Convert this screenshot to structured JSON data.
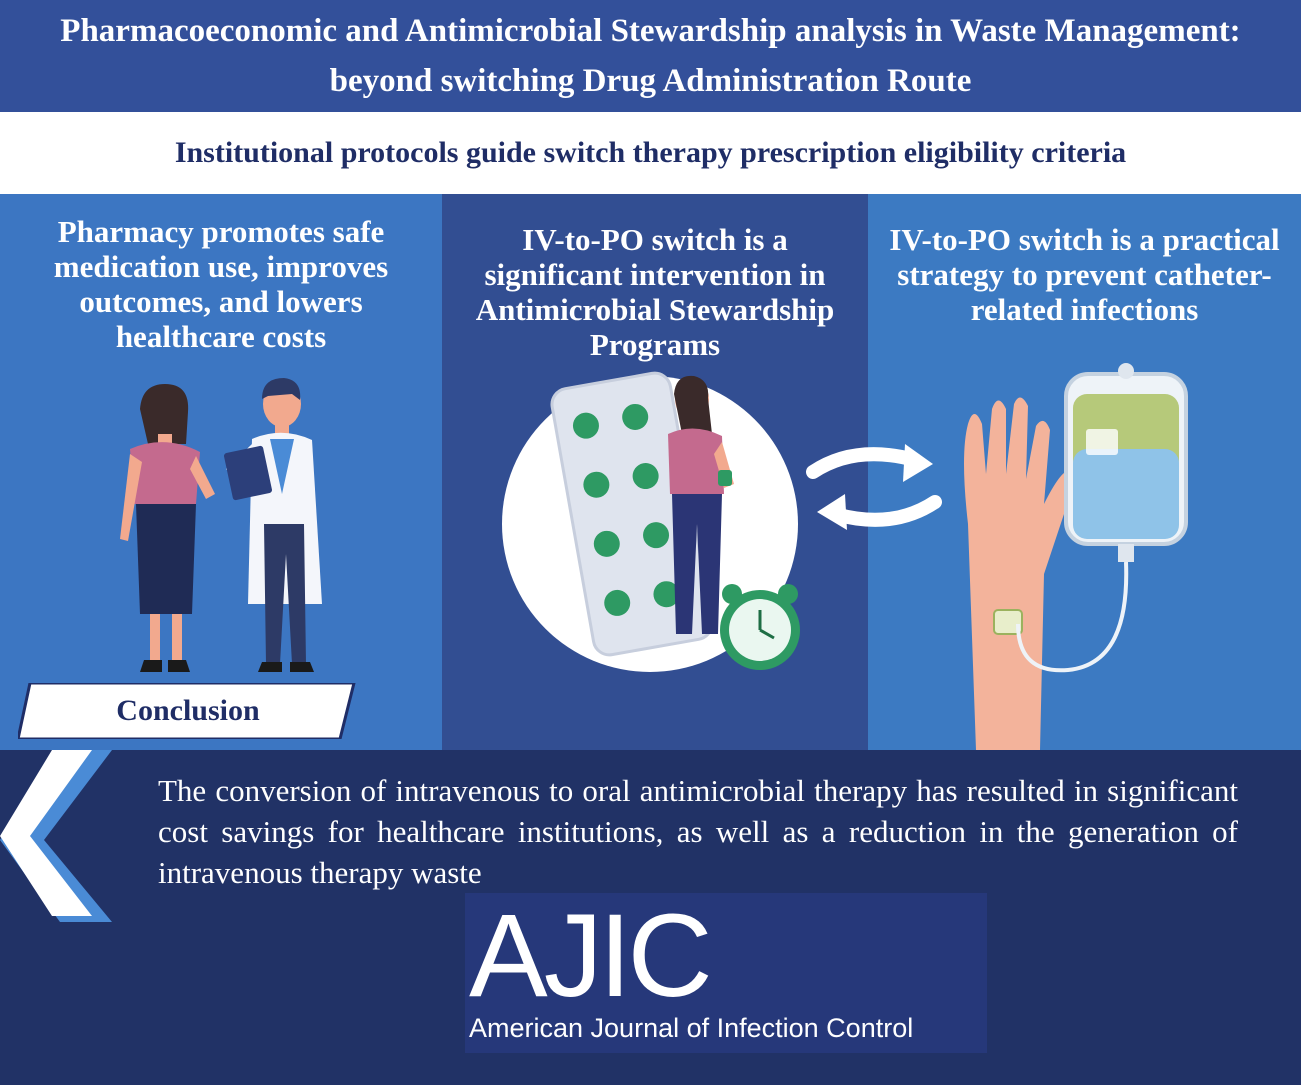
{
  "header": {
    "title": "Pharmacoeconomic and Antimicrobial Stewardship analysis in Waste Management: beyond switching Drug Administration Route",
    "subtitle": "Institutional protocols guide switch therapy prescription eligibility criteria"
  },
  "panels": [
    {
      "text": "Pharmacy promotes safe medication use, improves outcomes, and lowers healthcare costs",
      "illustration": "patient-and-doctor"
    },
    {
      "text": "IV-to-PO switch is a significant intervention in Antimicrobial Stewardship Programs",
      "illustration": "pills-woman-alarm-clock"
    },
    {
      "text": "IV-to-PO switch is a practical strategy to prevent catheter-related infections",
      "illustration": "iv-bag-and-arm"
    }
  ],
  "conclusion": {
    "label": "Conclusion",
    "text": "The conversion of intravenous to oral antimicrobial therapy has resulted in significant cost savings for healthcare institutions, as well as a reduction in the generation of intravenous therapy waste"
  },
  "logo": {
    "mark": "AJIC",
    "name": "American Journal of Infection Control"
  },
  "colors": {
    "title_bg": "#33509a",
    "panel_light": "#3c76c2",
    "panel_dark": "#324e92",
    "bottom_bg": "#213266",
    "pill_green": "#2e9a63"
  }
}
